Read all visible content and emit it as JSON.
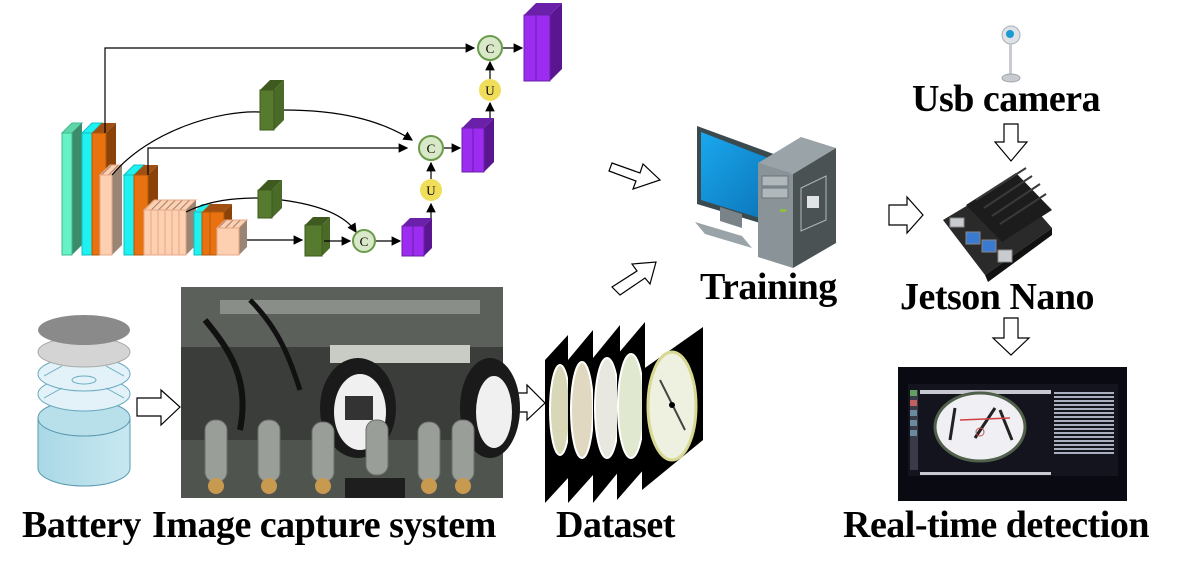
{
  "labels": {
    "battery": "Battery",
    "capture": "Image capture system",
    "dataset": "Dataset",
    "training": "Training",
    "usb_camera": "Usb camera",
    "jetson": "Jetson Nano",
    "realtime": "Real-time detection"
  },
  "network": {
    "concat_symbol": "C",
    "upsample_symbol": "U"
  },
  "colors": {
    "teal": "#66f2c4",
    "cyan": "#1ff0f0",
    "orange": "#e87210",
    "peach": "#fcd0b0",
    "green": "#567a2e",
    "purple": "#9b2cf0",
    "concat": "#d8e8c8",
    "upsample": "#f0de5a"
  }
}
